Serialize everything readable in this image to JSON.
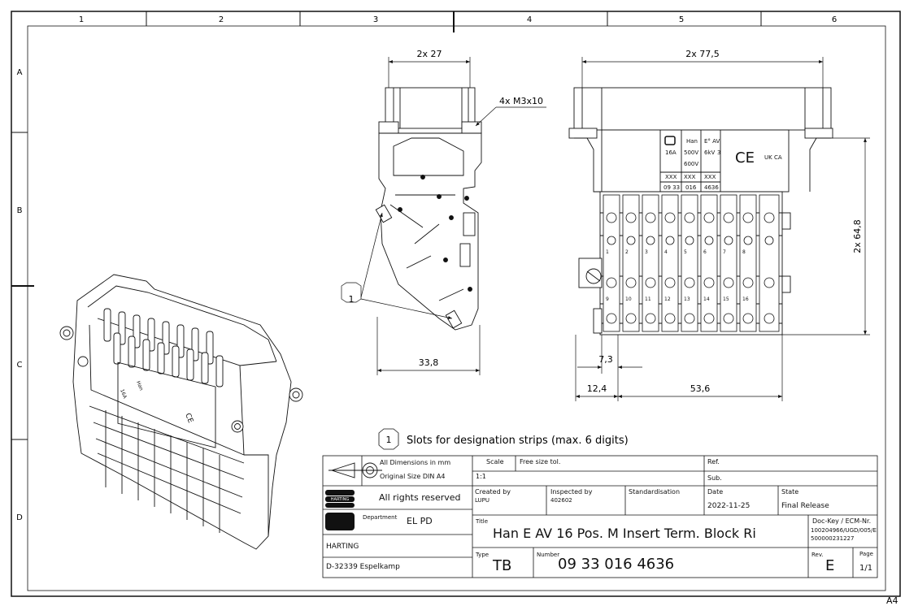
{
  "frame": {
    "columns": [
      "1",
      "2",
      "3",
      "4",
      "5",
      "6"
    ],
    "rows": [
      "A",
      "B",
      "C",
      "D"
    ],
    "format": "A4"
  },
  "dimensions": {
    "top_width_left": "2x 27",
    "screws": "4x M3x10",
    "top_width_right": "2x 77,5",
    "height_right": "2x 64,8",
    "side_width": "33,8",
    "offset_small": "7,3",
    "offset_left": "12,4",
    "span_bottom": "53,6"
  },
  "callout": {
    "number": "1",
    "note": "Slots for designation strips (max. 6 digits)"
  },
  "product_labels": {
    "current": "16A",
    "brand": "Han",
    "series": "E° AV",
    "voltage1": "500V",
    "voltage2": "600V",
    "impulse": "6kV",
    "pollution": "3",
    "marks": "CE",
    "uk": "UK CA",
    "code_parts": [
      "XXX",
      "XXX",
      "XXX"
    ],
    "number_parts": [
      "09 33",
      "016",
      "4636"
    ],
    "terminal_numbers": [
      "1",
      "2",
      "3",
      "4",
      "5",
      "6",
      "7",
      "8",
      "9",
      "10",
      "11",
      "12",
      "13",
      "14",
      "15",
      "16"
    ]
  },
  "title_block": {
    "dims_note": "All Dimensions in mm",
    "size_note": "Original Size DIN A4",
    "scale_label": "Scale",
    "scale_value": "1:1",
    "tolerance": "Free size tol.",
    "ref_label": "Ref.",
    "sub_label": "Sub.",
    "rights": "All rights reserved",
    "logo_text": "HARTING",
    "created_by_label": "Created by",
    "created_by": "LUPU",
    "inspected_by_label": "Inspected by",
    "inspected_by": "402602",
    "standardisation_label": "Standardisation",
    "date_label": "Date",
    "date": "2022-11-25",
    "state_label": "State",
    "state": "Final Release",
    "department_label": "Department",
    "department": "EL PD",
    "company": "HARTING",
    "address": "D-32339 Espelkamp",
    "title_label": "Title",
    "title": "Han E AV 16 Pos. M Insert Term. Block Ri",
    "doc_key_label": "Doc-Key / ECM-Nr.",
    "doc_key_1": "100204966/UGD/005/E",
    "doc_key_2": "500000231227",
    "type_label": "Type",
    "type": "TB",
    "number_label": "Number",
    "number": "09 33 016 4636",
    "rev_label": "Rev.",
    "rev": "E",
    "page_label": "Page",
    "page": "1/1"
  }
}
